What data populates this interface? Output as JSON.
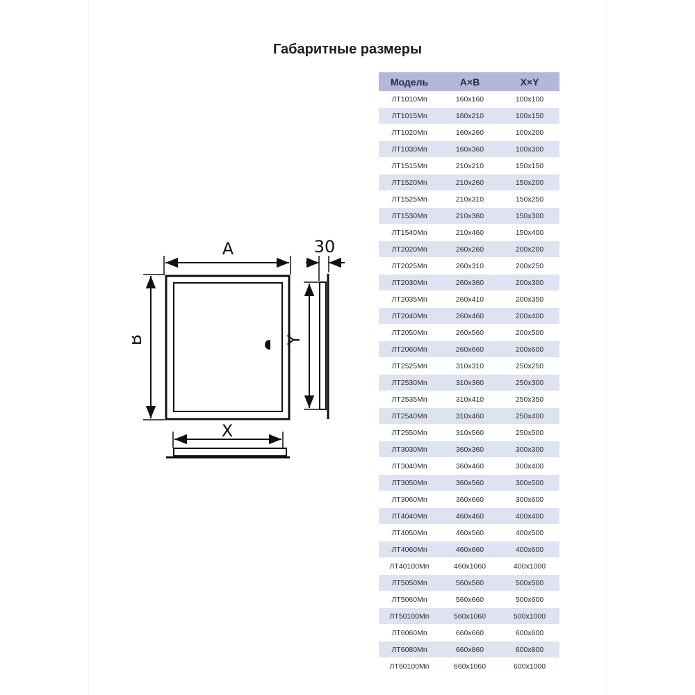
{
  "title": "Габаритные размеры",
  "diagram": {
    "label_a": "A",
    "label_b": "B",
    "label_x": "X",
    "label_y": "Y",
    "label_depth": "30"
  },
  "table": {
    "headers": [
      "Модель",
      "A×B",
      "X×Y"
    ],
    "rows": [
      [
        "ЛТ1010Мп",
        "160х160",
        "100х100"
      ],
      [
        "ЛТ1015Мп",
        "160х210",
        "100х150"
      ],
      [
        "ЛТ1020Мп",
        "160х260",
        "100х200"
      ],
      [
        "ЛТ1030Мп",
        "160х360",
        "100х300"
      ],
      [
        "ЛТ1515Мп",
        "210х210",
        "150х150"
      ],
      [
        "ЛТ1520Мп",
        "210х260",
        "150х200"
      ],
      [
        "ЛТ1525Мп",
        "210х310",
        "150х250"
      ],
      [
        "ЛТ1530Мп",
        "210х360",
        "150х300"
      ],
      [
        "ЛТ1540Мп",
        "210х460",
        "150х400"
      ],
      [
        "ЛТ2020Мп",
        "260х260",
        "200х200"
      ],
      [
        "ЛТ2025Мп",
        "260х310",
        "200х250"
      ],
      [
        "ЛТ2030Мп",
        "260х360",
        "200х300"
      ],
      [
        "ЛТ2035Мп",
        "260х410",
        "200х350"
      ],
      [
        "ЛТ2040Мп",
        "260х460",
        "200х400"
      ],
      [
        "ЛТ2050Мп",
        "260х560",
        "200х500"
      ],
      [
        "ЛТ2060Мп",
        "260х660",
        "200х600"
      ],
      [
        "ЛТ2525Мп",
        "310х310",
        "250х250"
      ],
      [
        "ЛТ2530Мп",
        "310х360",
        "250х300"
      ],
      [
        "ЛТ2535Мп",
        "310х410",
        "250х350"
      ],
      [
        "ЛТ2540Мп",
        "310х460",
        "250х400"
      ],
      [
        "ЛТ2550Мп",
        "310х560",
        "250х500"
      ],
      [
        "ЛТ3030Мп",
        "360х360",
        "300х300"
      ],
      [
        "ЛТ3040Мп",
        "360х460",
        "300х400"
      ],
      [
        "ЛТ3050Мп",
        "360х560",
        "300х500"
      ],
      [
        "ЛТ3060Мп",
        "360х660",
        "300х600"
      ],
      [
        "ЛТ4040Мп",
        "460х460",
        "400х400"
      ],
      [
        "ЛТ4050Мп",
        "460х560",
        "400х500"
      ],
      [
        "ЛТ4060Мп",
        "460х660",
        "400х600"
      ],
      [
        "ЛТ40100Мп",
        "460х1060",
        "400х1000"
      ],
      [
        "ЛТ5050Мп",
        "560х560",
        "500х500"
      ],
      [
        "ЛТ5060Мп",
        "560х660",
        "500х600"
      ],
      [
        "ЛТ50100Мп",
        "560х1060",
        "500х1000"
      ],
      [
        "ЛТ6060Мп",
        "660х660",
        "600х600"
      ],
      [
        "ЛТ6080Мп",
        "660х860",
        "600х800"
      ],
      [
        "ЛТ60100Мп",
        "660х1060",
        "600х1000"
      ]
    ]
  }
}
